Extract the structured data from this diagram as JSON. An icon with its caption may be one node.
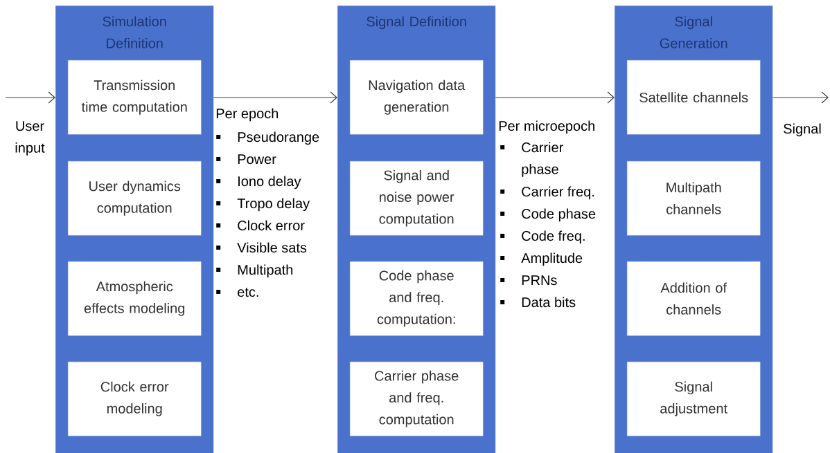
{
  "diagram": {
    "nodes": [
      {
        "text": [
          "Simulation Definition"
        ]
      },
      {
        "text": [
          "Transmission time computation"
        ],
        "in": 0
      },
      {
        "text": [
          "User dynamics computation"
        ],
        "in": 0
      },
      {
        "text": [
          "Atmospheric effects modeling"
        ],
        "in": 0
      },
      {
        "text": [
          "Clock error modeling"
        ],
        "in": 0
      },
      {
        "text": [
          "Signal Definition"
        ]
      },
      {
        "text": [
          "Navigation data generation"
        ],
        "in": 5
      },
      {
        "text": [
          "Signal and noise power computation"
        ],
        "in": 5
      },
      {
        "text": [
          "Code phase and freq. computation:"
        ],
        "in": 5
      },
      {
        "text": [
          "Carrier phase and freq. computation"
        ],
        "in": 5
      },
      {
        "text": [
          "Signal Generation"
        ]
      },
      {
        "text": [
          "Satellite channels"
        ],
        "in": 10
      },
      {
        "text": [
          "Multipath channels"
        ],
        "in": 10
      },
      {
        "text": [
          "Addition of channels"
        ],
        "in": 10
      },
      {
        "text": [
          "Signal adjustment"
        ],
        "in": 10
      }
    ],
    "edges": [
      {
        "from": null,
        "to": 0,
        "arrow": "to",
        "label": "User input"
      },
      {
        "from": 0,
        "to": 5,
        "arrow": "to",
        "label": "Per epoch"
      },
      {
        "from": 5,
        "to": 10,
        "arrow": "to",
        "label": "Per microepoch"
      },
      {
        "from": 10,
        "to": null,
        "arrow": "to",
        "label": "Signal"
      }
    ],
    "labels": [
      "Pseudorange",
      "Power",
      "Iono delay",
      "Tropo delay",
      "Clock error",
      "Visible sats",
      "Multipath",
      "etc.",
      "Carrier phase",
      "Carrier freq.",
      "Code phase",
      "Code freq.",
      "Amplitude",
      "PRNs",
      "Data bits"
    ]
  }
}
